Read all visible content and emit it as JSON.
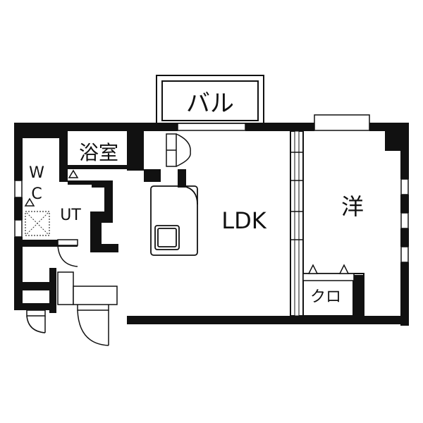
{
  "rooms": {
    "balcony": "バル",
    "bath": "浴室",
    "wc_w": "W",
    "wc_c": "C",
    "utility": "UT",
    "ldk": "LDK",
    "western": "洋",
    "closet": "クロ"
  },
  "colors": {
    "wall": "#111111",
    "fixture": "#555555",
    "background": "#ffffff"
  }
}
